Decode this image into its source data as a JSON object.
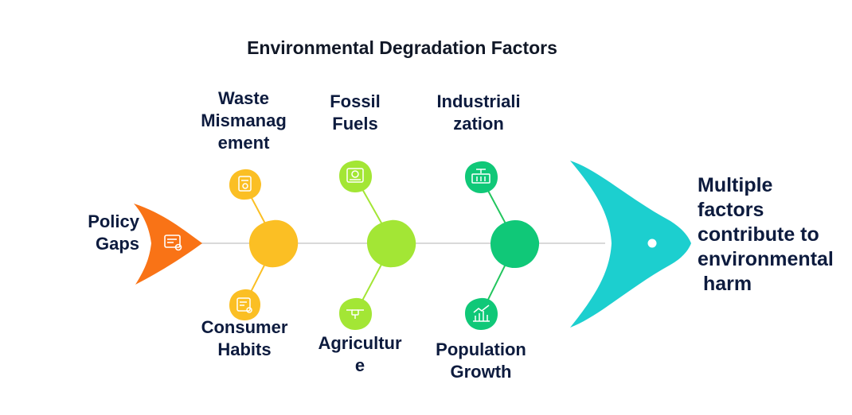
{
  "title": "Environmental Degradation Factors",
  "tail_label_lines": [
    "Policy",
    "Gaps"
  ],
  "factors_top": [
    {
      "lines": [
        "Waste",
        "Mismanag",
        "ement"
      ],
      "icon": "waste-document-icon",
      "color": "#fbbf24"
    },
    {
      "lines": [
        "Fossil",
        "Fuels"
      ],
      "icon": "fuel-gauge-icon",
      "color": "#a3e635"
    },
    {
      "lines": [
        "Industriali",
        "zation"
      ],
      "icon": "factory-icon",
      "color": "#22c55e"
    }
  ],
  "factors_bottom": [
    {
      "lines": [
        "Consumer",
        "Habits"
      ],
      "icon": "shopping-list-icon",
      "color": "#fbbf24"
    },
    {
      "lines": [
        "Agricultur",
        "e"
      ],
      "icon": "drone-icon",
      "color": "#a3e635"
    },
    {
      "lines": [
        "Population",
        "Growth"
      ],
      "icon": "growth-chart-icon",
      "color": "#22c55e"
    }
  ],
  "result_lines": [
    "Multiple",
    "factors",
    "contribute to",
    "environmental",
    " harm"
  ],
  "colors": {
    "tail": "#f97316",
    "head": "#1ccfcf",
    "spine": "#d9d9d9",
    "yellow": "#fbbf24",
    "lime": "#a3e635",
    "green": "#10c878"
  }
}
